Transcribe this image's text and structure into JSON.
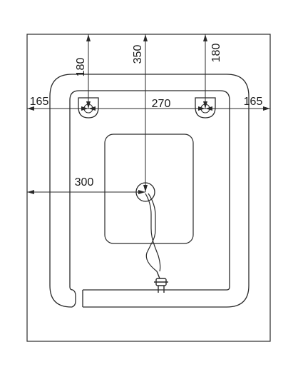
{
  "dimensions": {
    "left_hook_height": "180",
    "cable_height": "350",
    "right_hook_height": "180",
    "left_margin": "165",
    "hook_spacing": "270",
    "right_margin": "165",
    "cable_offset": "300"
  },
  "colors": {
    "line": "#2a2a2a",
    "background": "#ffffff"
  }
}
